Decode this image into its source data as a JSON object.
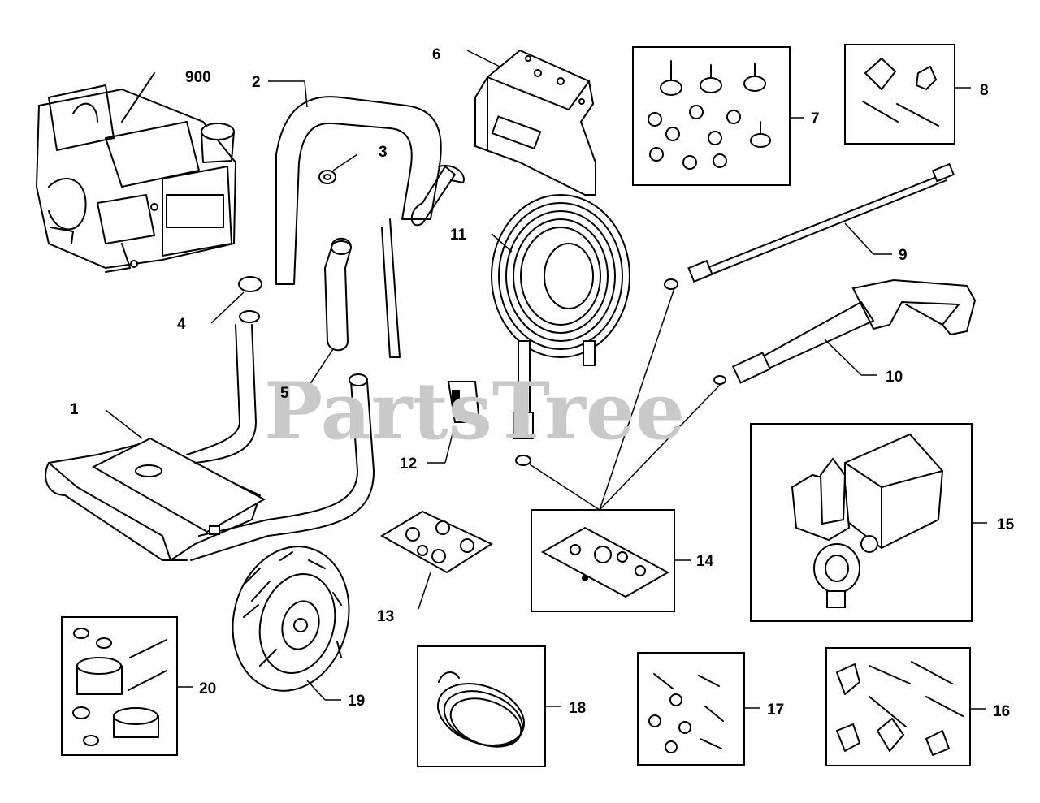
{
  "watermark": "PartsTree",
  "callouts": {
    "p900": "900",
    "p1": "1",
    "p2": "2",
    "p3": "3",
    "p4": "4",
    "p5": "5",
    "p6": "6",
    "p7": "7",
    "p8": "8",
    "p9": "9",
    "p10": "10",
    "p11": "11",
    "p12": "12",
    "p13": "13",
    "p14": "14",
    "p15": "15",
    "p16": "16",
    "p17": "17",
    "p18": "18",
    "p19": "19",
    "p20": "20"
  },
  "parts": [
    {
      "id": "900",
      "icon": "engine-icon"
    },
    {
      "id": "1",
      "icon": "base-frame-icon"
    },
    {
      "id": "2",
      "icon": "handle-icon"
    },
    {
      "id": "3",
      "icon": "grommet-icon"
    },
    {
      "id": "4",
      "icon": "cap-icon"
    },
    {
      "id": "5",
      "icon": "strap-icon"
    },
    {
      "id": "6",
      "icon": "bracket-panel-icon"
    },
    {
      "id": "7",
      "icon": "mount-hardware-kit-icon"
    },
    {
      "id": "8",
      "icon": "knob-kit-icon"
    },
    {
      "id": "9",
      "icon": "wand-icon"
    },
    {
      "id": "10",
      "icon": "spray-gun-icon"
    },
    {
      "id": "11",
      "icon": "hose-icon"
    },
    {
      "id": "12",
      "icon": "clip-icon"
    },
    {
      "id": "13",
      "icon": "nozzle-kit-icon"
    },
    {
      "id": "14",
      "icon": "o-ring-kit-icon"
    },
    {
      "id": "15",
      "icon": "pump-icon"
    },
    {
      "id": "16",
      "icon": "handle-hardware-kit-icon"
    },
    {
      "id": "17",
      "icon": "bolt-kit-icon"
    },
    {
      "id": "18",
      "icon": "tubing-icon"
    },
    {
      "id": "19",
      "icon": "wheel-icon"
    },
    {
      "id": "20",
      "icon": "foot-kit-icon"
    }
  ]
}
